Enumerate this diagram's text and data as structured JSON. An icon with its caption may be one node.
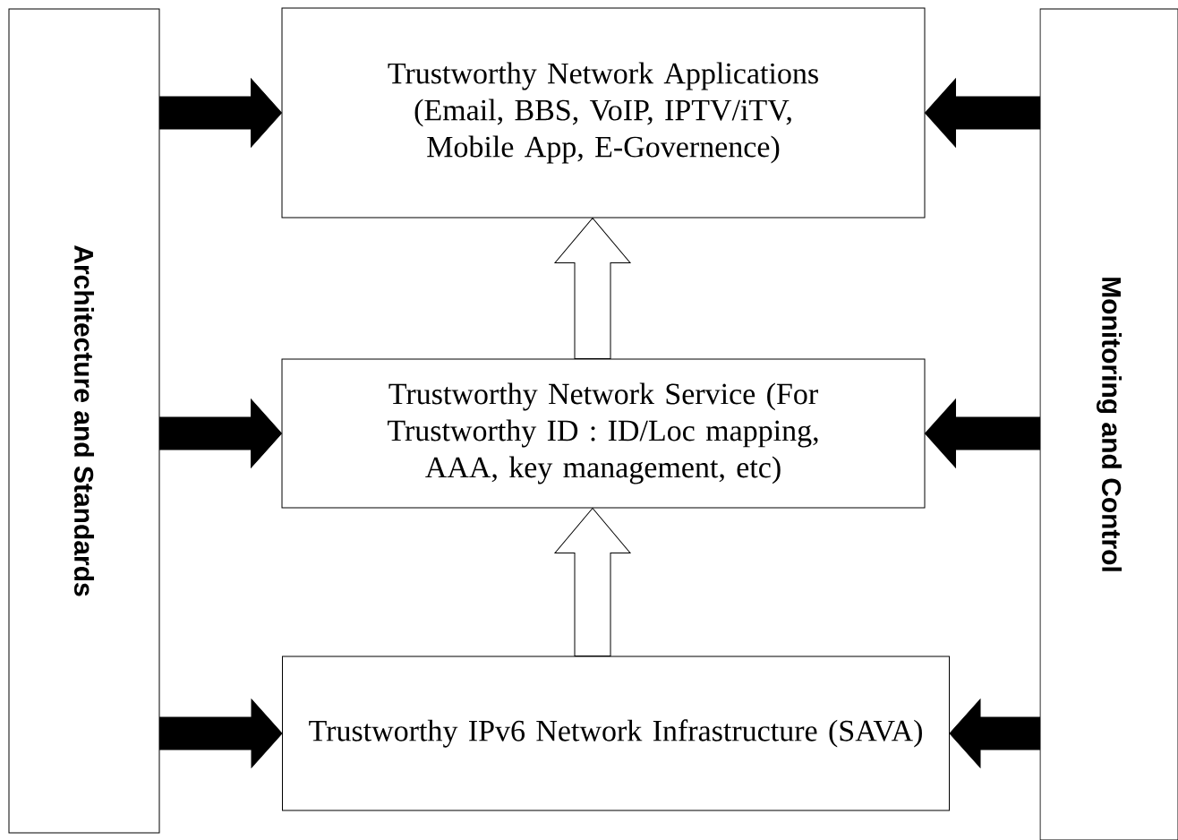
{
  "diagram": {
    "nodes": [
      {
        "text": [
          "Architecture and Standards"
        ]
      },
      {
        "text": [
          "Monitoring and Control"
        ]
      },
      {
        "text": [
          "Trustworthy Network Applications (Email, BBS, VoIP, IPTV/iTV, Mobile App, E-Governence)"
        ]
      },
      {
        "text": [
          "Trustworthy Network Service (For Trustworthy ID : ID/Loc mapping, AAA, key management, etc)"
        ]
      },
      {
        "text": [
          "Trustworthy IPv6 Network Infrastructure (SAVA)"
        ]
      }
    ],
    "edges": [
      {
        "from": 0,
        "to": 2,
        "arrow": "to",
        "style": "thick"
      },
      {
        "from": 0,
        "to": 3,
        "arrow": "to",
        "style": "thick"
      },
      {
        "from": 0,
        "to": 4,
        "arrow": "to",
        "style": "thick"
      },
      {
        "from": 1,
        "to": 2,
        "arrow": "to",
        "style": "thick"
      },
      {
        "from": 1,
        "to": 3,
        "arrow": "to",
        "style": "thick"
      },
      {
        "from": 1,
        "to": 4,
        "arrow": "to",
        "style": "thick"
      },
      {
        "from": 4,
        "to": 3,
        "arrow": "to"
      },
      {
        "from": 3,
        "to": 2,
        "arrow": "to"
      }
    ]
  }
}
